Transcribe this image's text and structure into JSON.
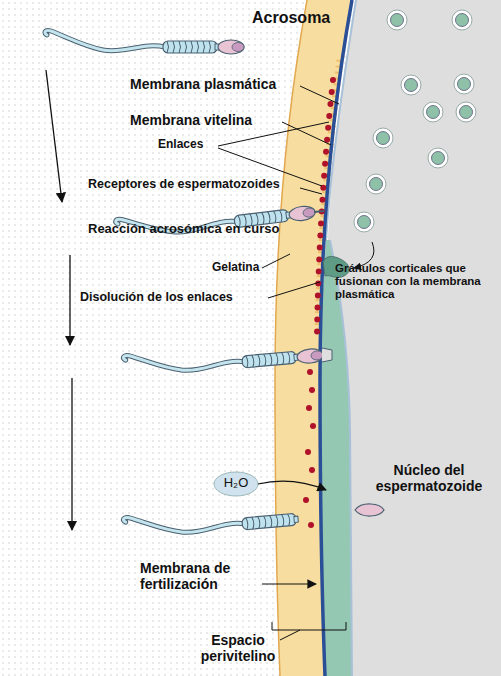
{
  "diagram": {
    "labels": [
      "Acrosoma",
      "Membrana plasmática",
      "Membrana vitelina",
      "Enlaces",
      "Receptores de espermatozoides",
      "Reacción acrosómica en curso",
      "Gelatina",
      "Disolución de los enlaces",
      "Gránulos corticales que fusionan con la membrana plasmática",
      "H₂O",
      "Núcleo del espermatozoide",
      "Membrana de fertilización",
      "Espacio perivitelino"
    ]
  }
}
